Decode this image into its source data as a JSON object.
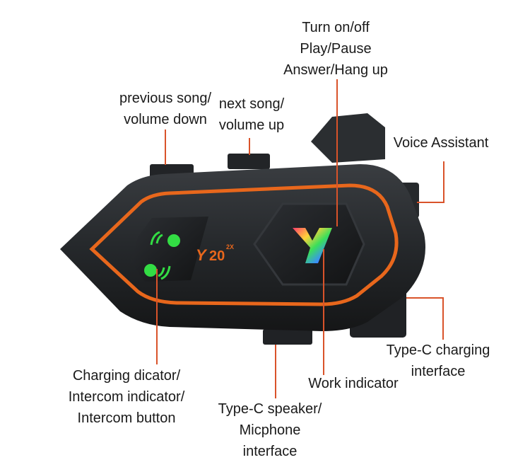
{
  "labels": {
    "power": [
      "Turn on/off",
      "Play/Pause",
      "Answer/Hang up"
    ],
    "previous": [
      "previous song/",
      "volume down"
    ],
    "next": [
      "next song/",
      "volume up"
    ],
    "voice": [
      "Voice Assistant"
    ],
    "charging_indicator": [
      "Charging dicator/",
      "Intercom indicator/",
      "Intercom button"
    ],
    "speaker": [
      "Type-C speaker/",
      "Micphone",
      "interface"
    ],
    "work": [
      "Work indicator"
    ],
    "typec": [
      "Type-C charging",
      "interface"
    ]
  },
  "device": {
    "brand_mark": "Y",
    "model": "20",
    "model_suffix": "2X"
  },
  "colors": {
    "accent": "#e8671c",
    "leader": "#d9532a",
    "body": "#2a2d30",
    "face": "#1b1d1f",
    "indicator_green": "#33dd44"
  },
  "icons": [
    "phone-wave-icon",
    "phone-wave-icon"
  ]
}
